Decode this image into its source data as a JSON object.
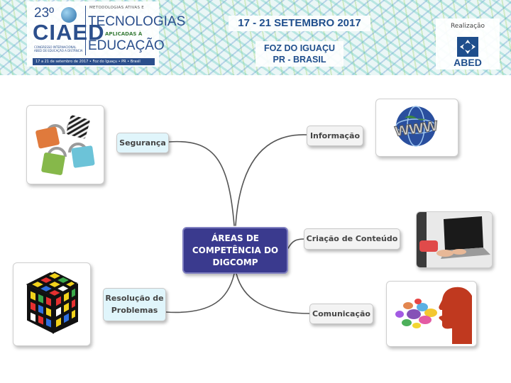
{
  "banner": {
    "logo_number": "23º",
    "logo_main": "CIAED",
    "logo_sub": "CONGRESSO INTERNACIONAL ABED DE EDUCAÇÃO A DISTÂNCIA",
    "logo_meta": "METODOLOGIAS ATIVAS E",
    "logo_tecnologias": "TECNOLOGIAS",
    "logo_aplicadas": "APLICADAS À",
    "logo_educacao": "EDUCAÇÃO",
    "logo_footer": "17 a 21 de setembro de 2017 • Foz do Iguaçu • PR • Brasil",
    "dates": "17 - 21 SETEMBRO 2017",
    "city": "FOZ DO IGUAÇU",
    "state": "PR - BRASIL",
    "realizacao_label": "Realização",
    "org": "ABED"
  },
  "mindmap": {
    "center": {
      "line1": "ÁREAS DE",
      "line2": "COMPETÊNCIA DO",
      "line3": "DIGCOMP"
    },
    "branches": {
      "seguranca": "Segurança",
      "informacao": "Informação",
      "criacao": "Criação de Conteúdo",
      "resolucao_line1": "Resolução de",
      "resolucao_line2": "Problemas",
      "comunicacao": "Comunicação"
    }
  },
  "colors": {
    "center_fill": "#3a3a8e",
    "branch_fill": "#e0f5fb",
    "connector": "#555555"
  },
  "icons": [
    "padlocks-icon",
    "www-globe-icon",
    "laptop-typing-icon",
    "rubiks-cube-icon",
    "speaking-head-icon"
  ]
}
